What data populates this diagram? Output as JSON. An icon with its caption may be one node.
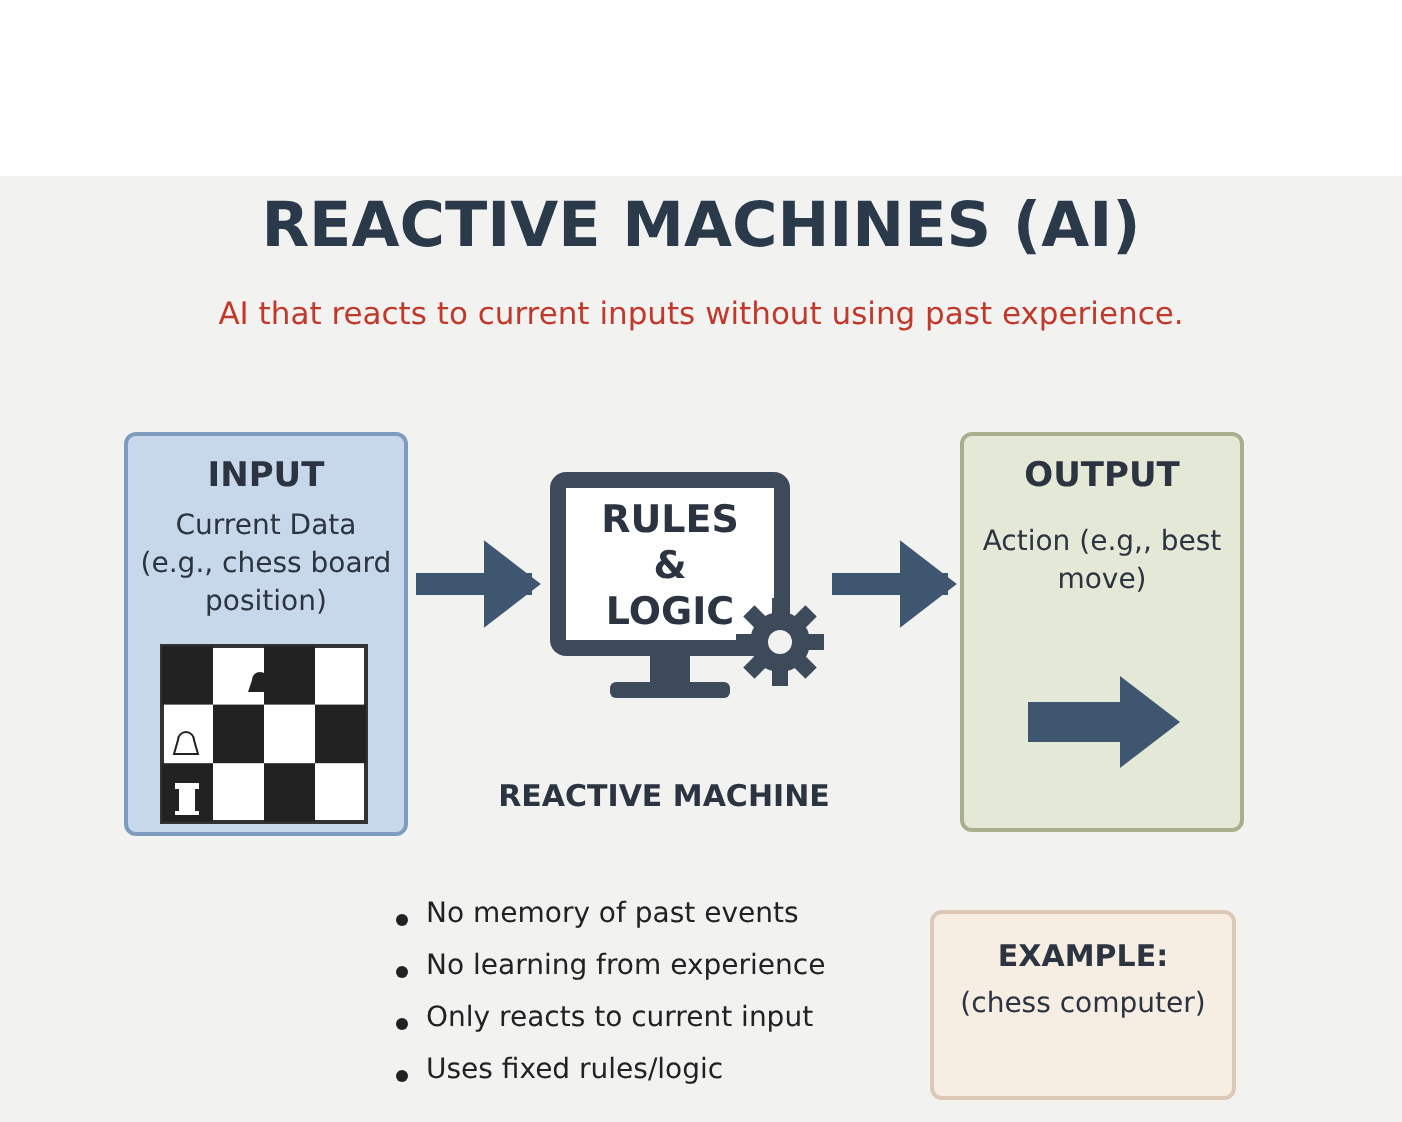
{
  "diagram": {
    "title": "REACTIVE MACHINES (AI)",
    "nodes": [
      {
        "text": [
          "INPUT",
          "Current Data (e.g., chess board position)"
        ]
      },
      {
        "text": [
          "RULES & LOGIC"
        ],
        "beside": [
          "REACTIVE MACHINE"
        ]
      },
      {
        "text": [
          "OUTPUT",
          "Action (e.g,, best move)"
        ]
      },
      {
        "text": [
          "EXAMPLE:",
          "(chess computer)"
        ]
      }
    ],
    "edges": [
      {
        "from": 0,
        "to": 1,
        "arrow": "to"
      },
      {
        "from": 1,
        "to": 2,
        "arrow": "to"
      }
    ],
    "labels": [
      "AI that reacts to current inputs without using past experience.",
      "No memory of past events",
      "No learning from experience",
      "Only reacts to current input",
      "Uses fixed rules/logic"
    ]
  }
}
